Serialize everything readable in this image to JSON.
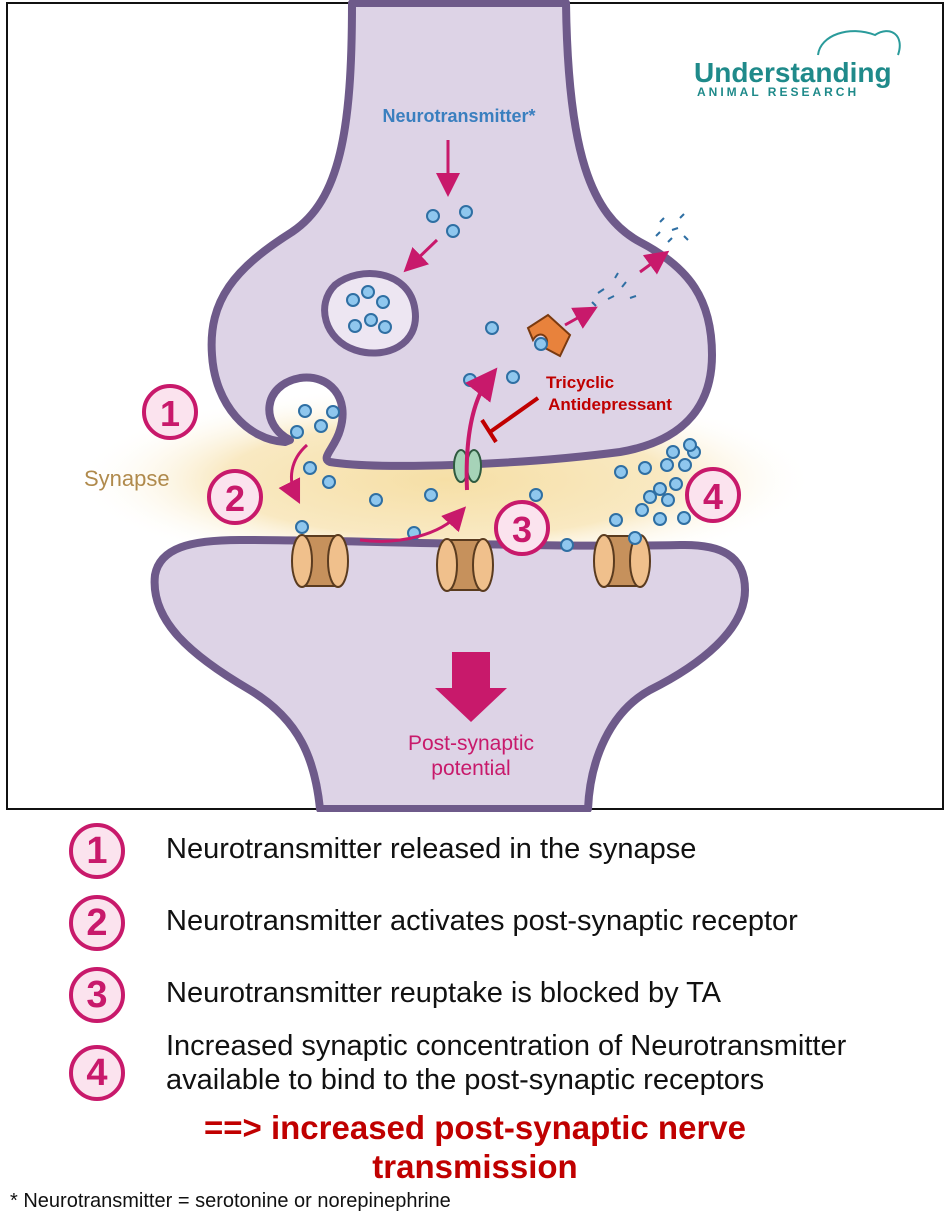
{
  "logo": {
    "line1": "Understanding",
    "line2": "ANIMAL RESEARCH"
  },
  "diagram": {
    "neurotransmitter_label": "Neurotransmitter*",
    "synapse_label": "Synapse",
    "tca_line1": "Tricyclic",
    "tca_line2": "Antidepressant",
    "post_label_line1": "Post-synaptic",
    "post_label_line2": "potential",
    "step_numbers": [
      "1",
      "2",
      "3",
      "4"
    ]
  },
  "legend": [
    {
      "number": "1",
      "text": "Neurotransmitter released in the synapse"
    },
    {
      "number": "2",
      "text": "Neurotransmitter activates post-synaptic receptor"
    },
    {
      "number": "3",
      "text": "Neurotransmitter reuptake is blocked by TA"
    },
    {
      "number": "4",
      "text": "Increased synaptic concentration of Neurotransmitter",
      "text2": "available to bind to the post-synaptic receptors"
    }
  ],
  "conclusion": {
    "line1": "==> increased post-synaptic nerve",
    "line2": "transmission"
  },
  "footnote": "* Neurotransmitter = serotonine or norepinephrine",
  "colors": {
    "accent": "#c8196b",
    "neuron_fill": "#ddd3e6",
    "neuron_stroke": "#6e5a8a",
    "synapse_glow": "#f6dfa6",
    "red": "#c00000",
    "teal": "#1f8a8a",
    "blue_label": "#3a7fbf"
  }
}
